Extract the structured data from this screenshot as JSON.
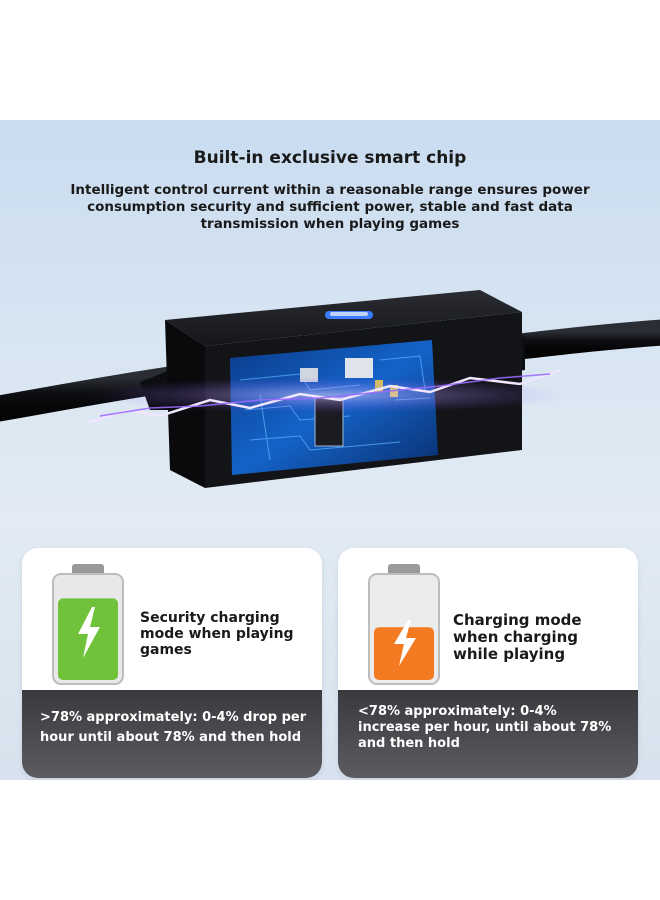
{
  "header": {
    "title": "Built-in exclusive smart chip",
    "subtitle": "Intelligent control current within a reasonable range ensures power consumption security and sufficient power, stable and fast data transmission when playing games"
  },
  "product": {
    "name": "cable-with-smart-chip",
    "led_color": "#3a7bff"
  },
  "cards": [
    {
      "label": "Security charging mode when playing games",
      "description": ">78% approximately: 0-4% drop per hour until about 78% and then hold",
      "battery_color": "#6fc23a",
      "battery_level": 0.85,
      "icon": "lightning-bolt-icon"
    },
    {
      "label": "Charging mode when charging while playing",
      "description": "<78% approximately: 0-4% increase per hour, until about 78% and then hold",
      "battery_color": "#f47a22",
      "battery_level": 0.55,
      "icon": "lightning-bolt-icon"
    }
  ],
  "colors": {
    "background": "#d8e5f2",
    "card_bar": "#4a4a4f",
    "text": "#1a1a1a"
  }
}
